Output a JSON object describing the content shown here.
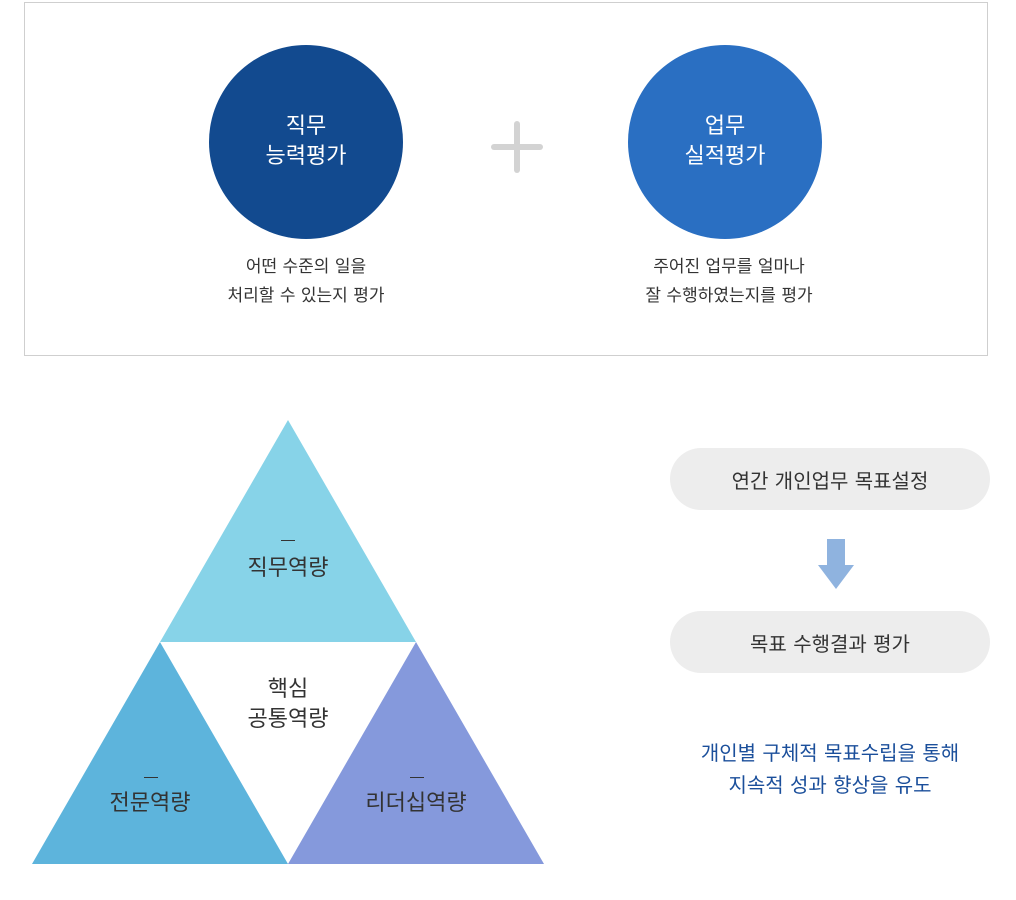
{
  "top_panel": {
    "left_circle": {
      "line1": "직무",
      "line2": "능력평가",
      "color": "#124a8f"
    },
    "right_circle": {
      "line1": "업무",
      "line2": "실적평가",
      "color": "#2a6fc2"
    },
    "plus_icon": "plus-icon",
    "left_desc": {
      "line1": "어떤 수준의 일을",
      "line2": "처리할 수 있는지 평가"
    },
    "right_desc": {
      "line1": "주어진 업무를 얼마나",
      "line2": "잘 수행하였는지를 평가"
    }
  },
  "triangle": {
    "top": {
      "label": "직무역량",
      "color": "#87d3e8"
    },
    "left": {
      "label": "전문역량",
      "color": "#5db4dc"
    },
    "right": {
      "label": "리더십역량",
      "color": "#8599dc"
    },
    "center": {
      "line1": "핵심",
      "line2": "공통역량"
    }
  },
  "process": {
    "step1": "연간 개인업무 목표설정",
    "step2": "목표 수행결과 평가",
    "arrow_icon": "arrow-down-icon",
    "arrow_color": "#8fb3df",
    "note_line1": "개인별 구체적 목표수립을 통해",
    "note_line2": "지속적 성과 향상을 유도",
    "note_color": "#1b4f9b"
  }
}
